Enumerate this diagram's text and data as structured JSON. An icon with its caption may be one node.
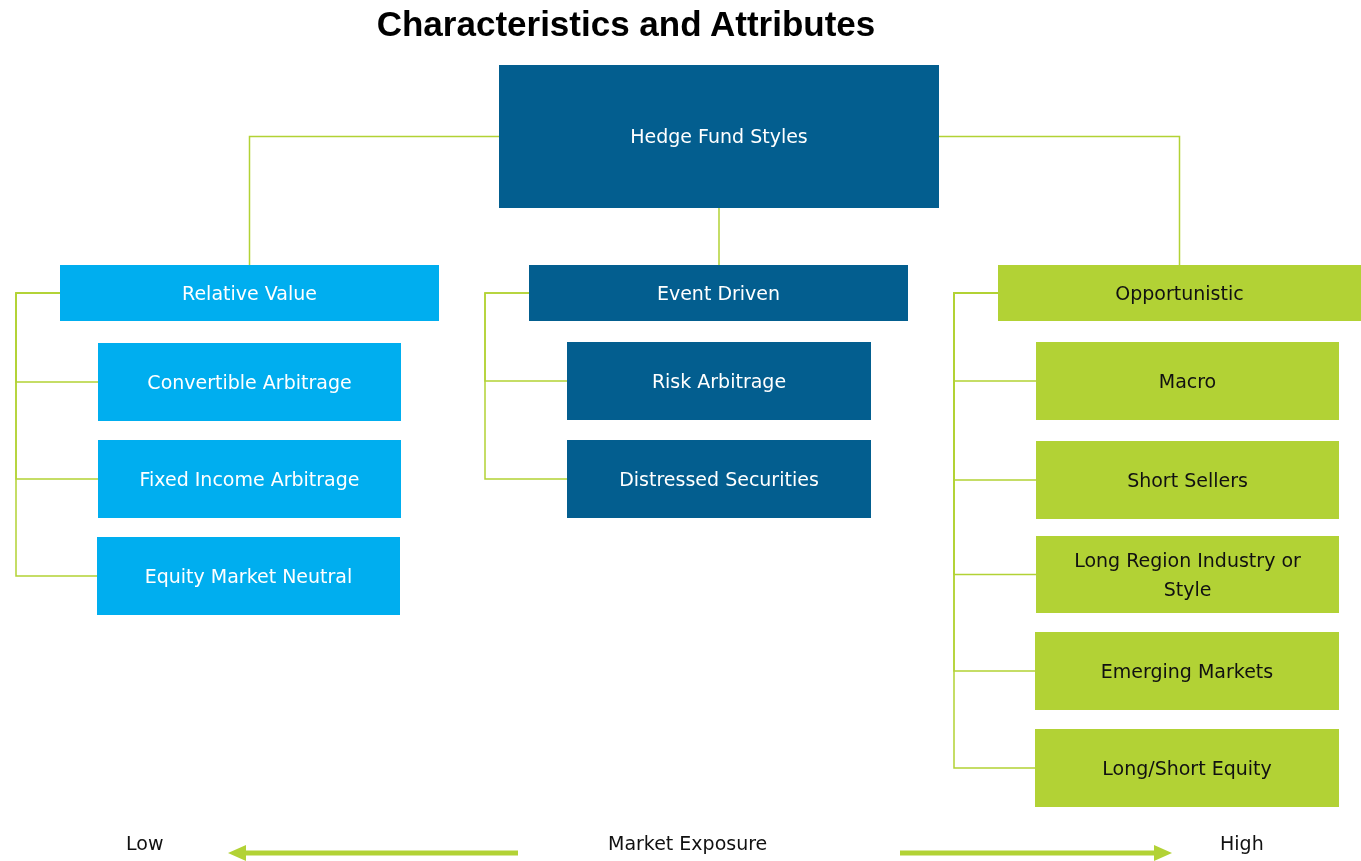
{
  "diagram": {
    "title": "Characteristics and Attributes",
    "nodes": [
      {
        "text": [
          "Hedge Fund Styles"
        ]
      },
      {
        "text": [
          "Relative Value"
        ]
      },
      {
        "text": [
          "Convertible Arbitrage"
        ]
      },
      {
        "text": [
          "Fixed Income Arbitrage"
        ]
      },
      {
        "text": [
          "Equity Market Neutral"
        ]
      },
      {
        "text": [
          "Event Driven"
        ]
      },
      {
        "text": [
          "Risk Arbitrage"
        ]
      },
      {
        "text": [
          "Distressed Securities"
        ]
      },
      {
        "text": [
          "Opportunistic"
        ]
      },
      {
        "text": [
          "Macro"
        ]
      },
      {
        "text": [
          "Short Sellers"
        ]
      },
      {
        "text": [
          "Long Region Industry or Style"
        ]
      },
      {
        "text": [
          "Emerging Markets"
        ]
      },
      {
        "text": [
          "Long/Short Equity"
        ]
      }
    ],
    "edges": [
      {
        "from": 0,
        "to": 1,
        "arrow": "none"
      },
      {
        "from": 0,
        "to": 5,
        "arrow": "none"
      },
      {
        "from": 0,
        "to": 8,
        "arrow": "none"
      },
      {
        "from": 1,
        "to": 2,
        "arrow": "none"
      },
      {
        "from": 1,
        "to": 3,
        "arrow": "none"
      },
      {
        "from": 1,
        "to": 4,
        "arrow": "none"
      },
      {
        "from": 5,
        "to": 6,
        "arrow": "none"
      },
      {
        "from": 5,
        "to": 7,
        "arrow": "none"
      },
      {
        "from": 8,
        "to": 9,
        "arrow": "none"
      },
      {
        "from": 8,
        "to": 10,
        "arrow": "none"
      },
      {
        "from": 8,
        "to": 11,
        "arrow": "none"
      },
      {
        "from": 8,
        "to": 12,
        "arrow": "none"
      },
      {
        "from": 8,
        "to": 13,
        "arrow": "none"
      }
    ],
    "labels": [
      "Low",
      "Market Exposure",
      "High"
    ]
  }
}
